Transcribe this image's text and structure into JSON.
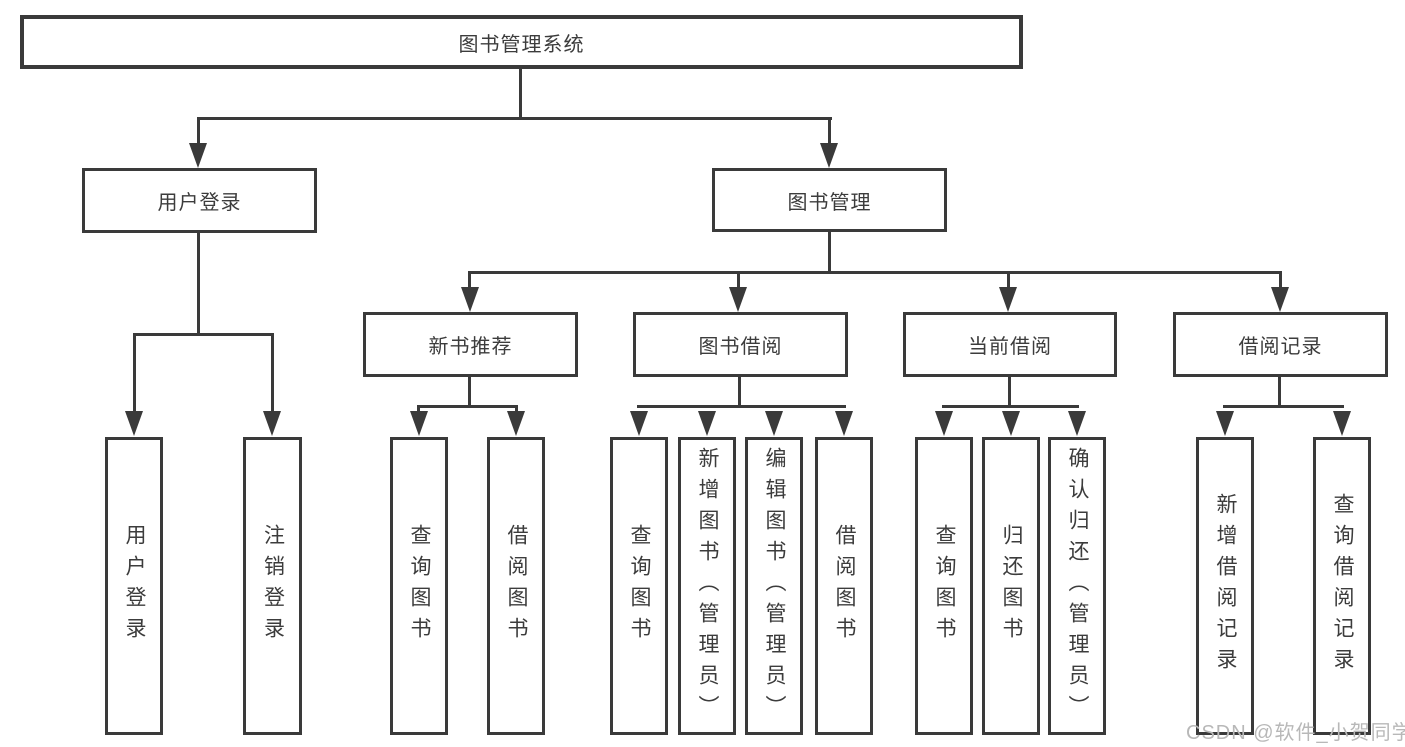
{
  "colors": {
    "line": "#3a3a3a",
    "text": "#3c3c3c",
    "box_fill": "#ffffff",
    "background": "#ffffff",
    "watermark": "#b8b8b8"
  },
  "watermark": {
    "text": "CSDN @软件_小贺同学"
  },
  "tree": {
    "root": {
      "id": "root",
      "label": "图书管理系统"
    },
    "level1": [
      {
        "id": "user-login",
        "label": "用户登录",
        "parent": "root"
      },
      {
        "id": "book-management",
        "label": "图书管理",
        "parent": "root"
      }
    ],
    "level2": [
      {
        "id": "new-book-recommend",
        "label": "新书推荐",
        "parent": "book-management"
      },
      {
        "id": "book-borrowing",
        "label": "图书借阅",
        "parent": "book-management"
      },
      {
        "id": "current-borrowing",
        "label": "当前借阅",
        "parent": "book-management"
      },
      {
        "id": "borrowing-records",
        "label": "借阅记录",
        "parent": "book-management"
      }
    ],
    "leaves": [
      {
        "id": "login",
        "label": "用户登录",
        "parent": "user-login"
      },
      {
        "id": "logout",
        "label": "注销登录",
        "parent": "user-login"
      },
      {
        "id": "query-books-recommend",
        "label": "查询图书",
        "parent": "new-book-recommend"
      },
      {
        "id": "borrow-books-recommend",
        "label": "借阅图书",
        "parent": "new-book-recommend"
      },
      {
        "id": "query-books-borrowing",
        "label": "查询图书",
        "parent": "book-borrowing"
      },
      {
        "id": "add-books-admin",
        "label": "新增图书（管理员）",
        "parent": "book-borrowing"
      },
      {
        "id": "edit-books-admin",
        "label": "编辑图书（管理员）",
        "parent": "book-borrowing"
      },
      {
        "id": "borrow-books",
        "label": "借阅图书",
        "parent": "book-borrowing"
      },
      {
        "id": "query-books-current",
        "label": "查询图书",
        "parent": "current-borrowing"
      },
      {
        "id": "return-books",
        "label": "归还图书",
        "parent": "current-borrowing"
      },
      {
        "id": "confirm-return-admin",
        "label": "确认归还（管理员）",
        "parent": "current-borrowing"
      },
      {
        "id": "add-borrow-record",
        "label": "新增借阅记录",
        "parent": "borrowing-records"
      },
      {
        "id": "query-borrow-record",
        "label": "查询借阅记录",
        "parent": "borrowing-records"
      }
    ]
  }
}
